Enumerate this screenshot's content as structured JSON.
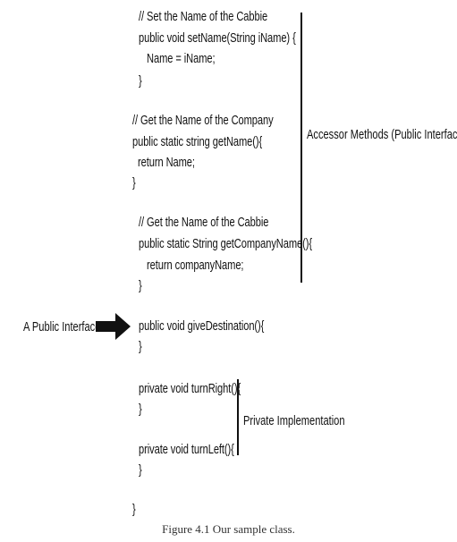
{
  "code": {
    "set_name": [
      "// Set the Name of the Cabbie",
      "public void setName(String iName) {",
      "   Name = iName;",
      "}"
    ],
    "get_name": [
      "// Get the Name of the Company",
      "public static string getName(){",
      "  return Name;",
      "}"
    ],
    "get_company_name": [
      "// Get the Name of the Cabbie",
      "public static String getCompanyName(){",
      "   return companyName;",
      "}"
    ],
    "give_destination": [
      "public void giveDestination(){",
      "}"
    ],
    "turn_right": [
      "private void turnRight(){",
      "}"
    ],
    "turn_left": [
      "private void turnLeft(){",
      "}"
    ],
    "class_close": "}"
  },
  "labels": {
    "accessor_methods": "Accessor Methods (Public Interfaces)",
    "public_interface": "A Public Interface",
    "private_implementation": "Private Implementation"
  },
  "caption": "Figure 4.1 Our sample class."
}
